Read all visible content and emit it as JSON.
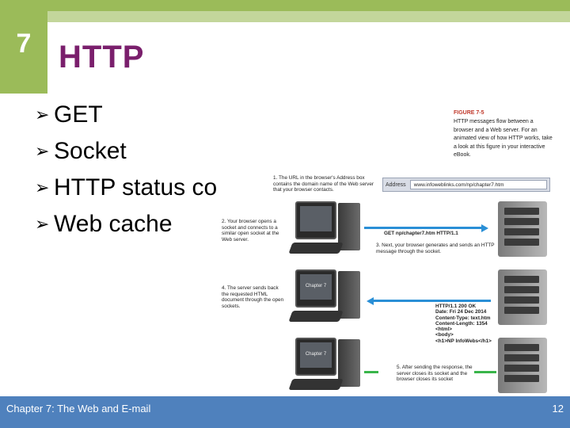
{
  "slide": {
    "chapter_number": "7",
    "title": "HTTP",
    "bullets": [
      "GET",
      "Socket",
      "HTTP status code",
      "Web cache"
    ],
    "footer_title": "Chapter 7: The Web and E-mail",
    "page_number": "12"
  },
  "figure": {
    "label": "FIGURE 7-5",
    "caption": "HTTP messages flow between a browser and a Web server. For an animated view of how HTTP works, take a look at this figure in your interactive eBook.",
    "step1": "1. The URL in the browser's Address box contains the domain name of the Web server that your browser contacts.",
    "address_label": "Address",
    "address_url": "www.infoweblinks.com/np/chapter7.htm",
    "step2": "2. Your browser opens a socket and connects to a similar open socket at the Web server.",
    "get_message": "GET np/chapter7.htm HTTP/1.1",
    "step3": "3. Next, your browser generates and sends an HTTP message through the socket.",
    "step4": "4. The server sends back the requested HTML document through the open sockets.",
    "screen_text": "Chapter 7",
    "response_lines": [
      "HTTP/1.1 200 OK",
      "Date: Fri 24 Dec 2014",
      "Content-Type: text.htm",
      "Content-Length: 1354",
      "<html>",
      "<body>",
      "<h1>NP InfoWebs</h1>"
    ],
    "step5": "5. After sending the response, the server closes its socket and the browser closes its socket"
  },
  "colors": {
    "accent_green": "#9bbb59",
    "light_green": "#c3d69b",
    "title_purple": "#7a1f6c",
    "footer_blue": "#4f81bd",
    "link_blue": "#2a8fd6",
    "link_green": "#39b54a"
  }
}
